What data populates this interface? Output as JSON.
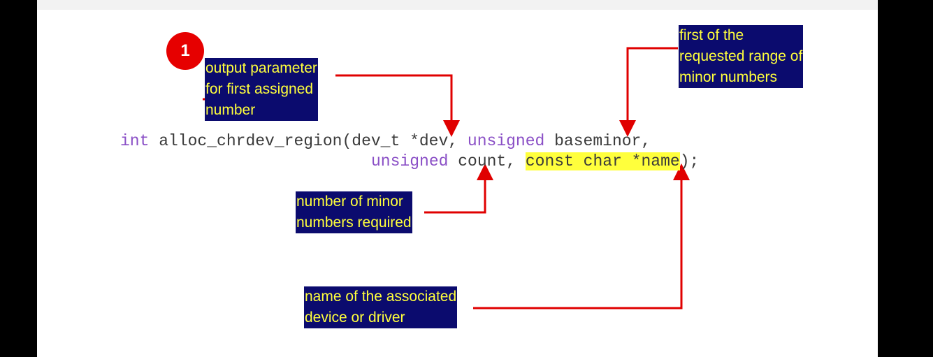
{
  "badge": {
    "number": "1"
  },
  "code": {
    "line1_type": "int",
    "line1_text": " alloc_chrdev_region(dev_t *dev, ",
    "line1_kw2": "unsigned",
    "line1_end": " baseminor,",
    "line2_kw": "unsigned",
    "line2_mid": " count, ",
    "line2_hl": "const char *name",
    "line2_end": ");"
  },
  "annotations": {
    "output_parameter": [
      "output parameter",
      "for first assigned",
      "number"
    ],
    "first_of_range": [
      "first of the",
      "requested range of",
      "minor numbers"
    ],
    "count_required": [
      "number of minor",
      "numbers required"
    ],
    "name_desc": [
      "name of the associated",
      "device or driver"
    ]
  },
  "colors": {
    "label_bg": "#0b0b6e",
    "label_text": "#ffff3c",
    "arrow": "#e00000",
    "keyword": "#8a4fc6",
    "highlight": "#ffff3c"
  }
}
